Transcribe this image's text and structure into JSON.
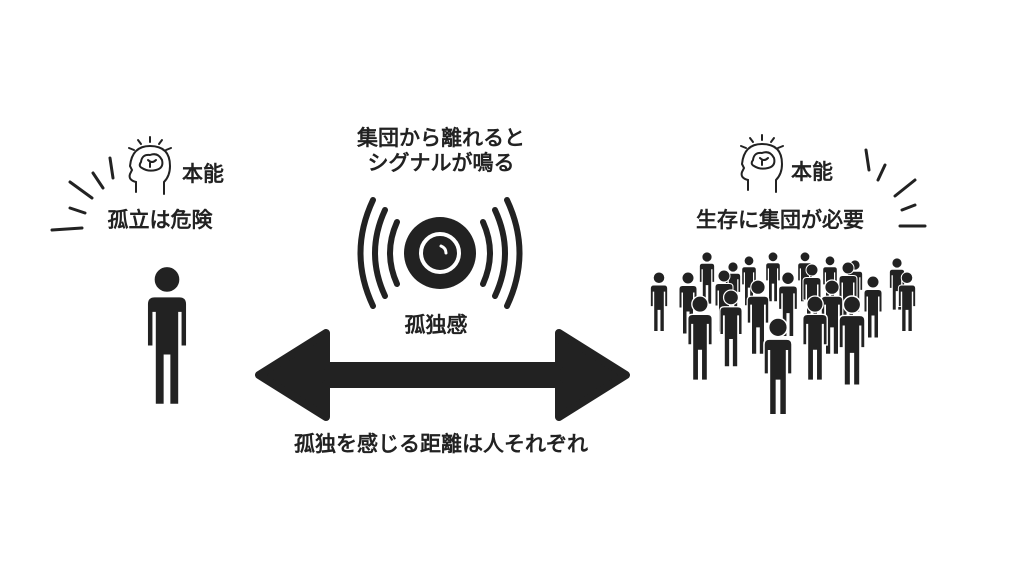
{
  "left": {
    "instinct_label": "本能",
    "message": "孤立は危険"
  },
  "center": {
    "title_line1": "集団から離れると",
    "title_line2": "シグナルが鳴る",
    "signal_label": "孤独感"
  },
  "right": {
    "instinct_label": "本能",
    "message": "生存に集団が必要"
  },
  "bottom": {
    "caption": "孤独を感じる距離は人それぞれ"
  },
  "colors": {
    "ink": "#222222",
    "background": "#ffffff"
  }
}
